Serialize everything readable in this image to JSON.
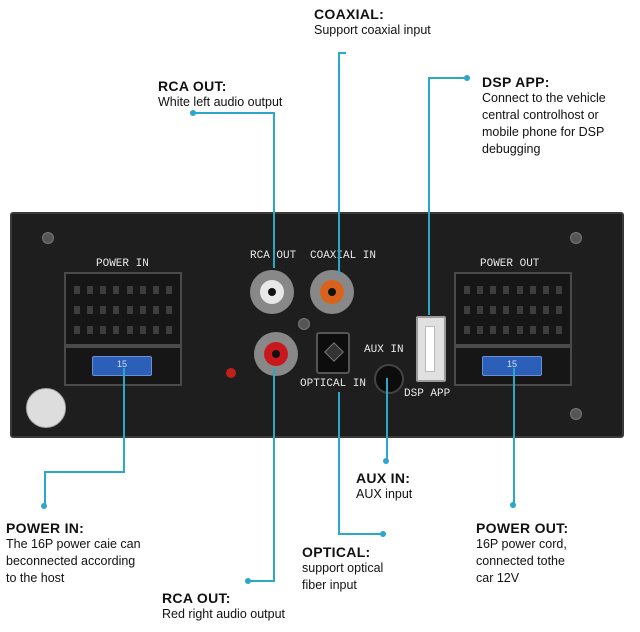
{
  "callouts": {
    "coaxial": {
      "title": "COAXIAL:",
      "desc": "Support coaxial input"
    },
    "rca_out_white": {
      "title": "RCA OUT:",
      "desc": "White left audio output"
    },
    "dsp_app": {
      "title": "DSP APP:",
      "desc": [
        "Connect to the vehicle",
        "central controlhost or",
        "mobile phone for DSP",
        "debugging"
      ]
    },
    "aux_in": {
      "title": "AUX IN:",
      "desc": "AUX input"
    },
    "power_in": {
      "title": "POWER IN:",
      "desc": [
        "The 16P power caie can",
        "beconnected according",
        "to the host"
      ]
    },
    "optical": {
      "title": "OPTICAL:",
      "desc": [
        "support optical",
        "fiber input"
      ]
    },
    "power_out": {
      "title": "POWER OUT:",
      "desc": [
        "16P power cord,",
        "connected tothe",
        "car 12V"
      ]
    },
    "rca_out_red": {
      "title": "RCA OUT:",
      "desc": "Red right audio output"
    }
  },
  "panel": {
    "power_in": "POWER IN",
    "power_out": "POWER OUT",
    "rca_out": "RCA OUT",
    "coaxial_in": "COAXIAL IN",
    "optical_in": "OPTICAL IN",
    "aux_in": "AUX IN",
    "dsp_app": "DSP APP",
    "fuse_left": "15",
    "fuse_right": "15"
  },
  "colors": {
    "callout_line": "#2aa7c9",
    "panel": "#1e1e1e",
    "rca_red": "#c8181e",
    "rca_white": "#e8e8e8",
    "coaxial_orange": "#d9631c",
    "fuse_blue": "#2c5fb8"
  }
}
